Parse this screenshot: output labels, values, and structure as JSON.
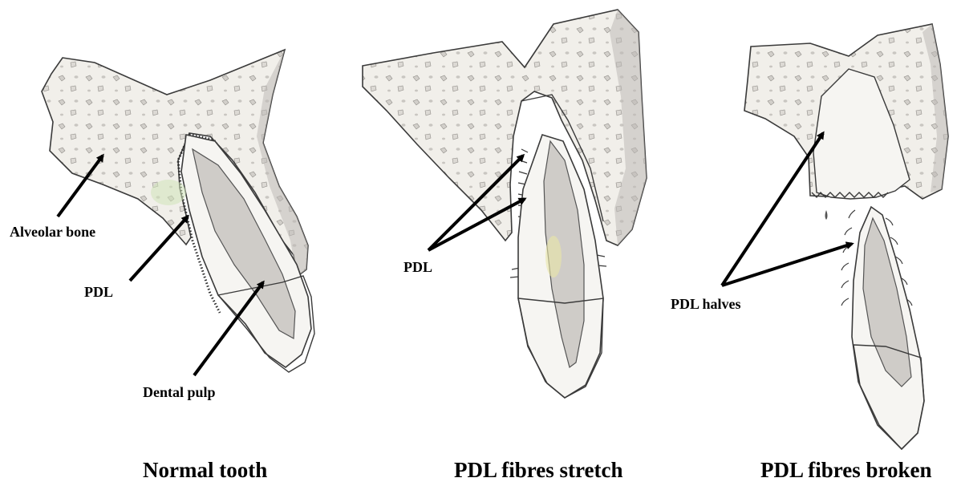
{
  "panels": [
    {
      "caption": "Normal tooth",
      "labels": {
        "bone": "Alveolar bone",
        "pdl": "PDL",
        "pulp": "Dental pulp"
      }
    },
    {
      "caption": "PDL fibres stretch",
      "labels": {
        "pdl": "PDL"
      }
    },
    {
      "caption": "PDL fibres broken",
      "labels": {
        "pdl": "PDL halves"
      }
    }
  ],
  "colors": {
    "paper": "#ffffff",
    "sketch_line": "#3a3a3a",
    "bone_fill": "#f1efea",
    "pulp_fill": "#cfccc8",
    "shade": "#bdbab6",
    "pulp_tint": "#e9e6a6",
    "bone_tint": "#cfe3b8",
    "arrow": "#000000"
  }
}
